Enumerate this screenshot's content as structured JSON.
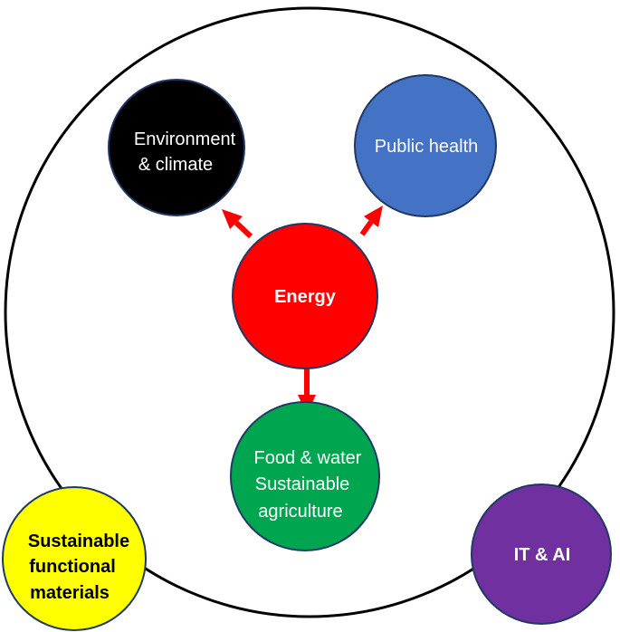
{
  "diagram": {
    "nodes": {
      "environment": {
        "line1": "Environment",
        "line2": "& climate",
        "fill": "#000000"
      },
      "public_health": {
        "line1": "Public health",
        "fill": "#4472C4"
      },
      "energy": {
        "line1": "Energy",
        "fill": "#FF0000"
      },
      "food": {
        "line1": "Food & water",
        "line2": "Sustainable",
        "line3": "agriculture",
        "fill": "#00A550"
      },
      "materials": {
        "line1": "Sustainable",
        "line2": "functional",
        "line3": "materials",
        "fill": "#FFFF00"
      },
      "it_ai": {
        "line1": "IT & AI",
        "fill": "#7030A0"
      }
    },
    "colors": {
      "arrow": "#FF0000",
      "outline": "#000000",
      "node_stroke": "#1F3864"
    }
  }
}
